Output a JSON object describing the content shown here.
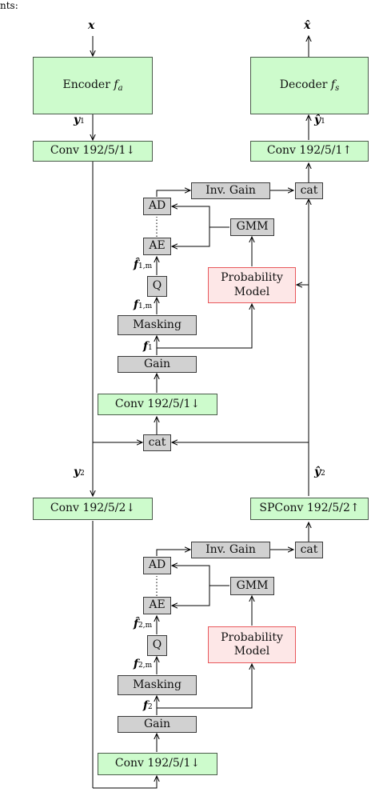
{
  "fragment_top": "nts:",
  "inputs": {
    "x": "x",
    "x_hat": "x̂"
  },
  "top_blocks": {
    "encoder": "Encoder",
    "encoder_fn": "f",
    "encoder_sub": "a",
    "decoder": "Decoder",
    "decoder_fn": "f",
    "decoder_sub": "s"
  },
  "signals": {
    "y1": "y",
    "y1_sub": "1",
    "y1_hat": "ŷ",
    "y1_hat_sub": "1",
    "y2": "y",
    "y2_sub": "2",
    "y2_hat": "ŷ",
    "y2_hat_sub": "2"
  },
  "stage1": {
    "conv_in": "Conv 192/5/1↓",
    "conv_out": "Conv 192/5/1↑",
    "inv_gain": "Inv. Gain",
    "cat_top": "cat",
    "ad": "AD",
    "ae": "AE",
    "gmm": "GMM",
    "prob_model": "Probability Model",
    "q": "Q",
    "masking": "Masking",
    "gain": "Gain",
    "conv_inner": "Conv 192/5/1↓",
    "cat_bottom": "cat",
    "f_hat_m": "f̂",
    "f_hat_m_sub": "1,m",
    "f_m": "f",
    "f_m_sub": "1,m",
    "f": "f",
    "f_sub": "1"
  },
  "stage2": {
    "conv_in": "Conv 192/5/2↓",
    "conv_out": "SPConv 192/5/2↑",
    "inv_gain": "Inv. Gain",
    "cat_top": "cat",
    "ad": "AD",
    "ae": "AE",
    "gmm": "GMM",
    "prob_model": "Probability Model",
    "q": "Q",
    "masking": "Masking",
    "gain": "Gain",
    "conv_inner": "Conv 192/5/1↓",
    "f_hat_m": "f̂",
    "f_hat_m_sub": "2,m",
    "f_m": "f",
    "f_m_sub": "2,m",
    "f": "f",
    "f_sub": "2"
  },
  "colors": {
    "panel_border": "#6161e4",
    "panel_fill": "#e3e3f8",
    "green_fill": "#cdfbcc",
    "gray_fill": "#d1d1d1",
    "pink_border": "#e8585c",
    "pink_fill": "#fde7e7"
  }
}
